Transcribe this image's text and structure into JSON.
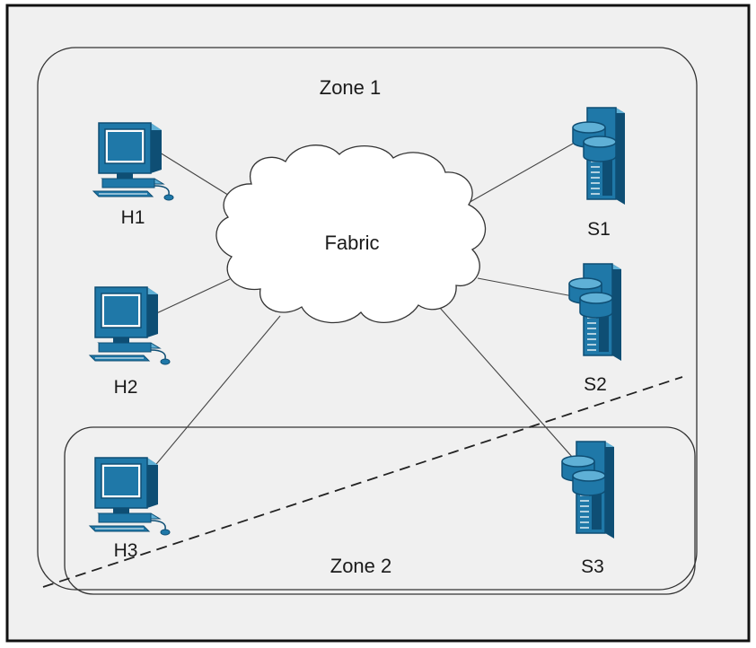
{
  "zones": [
    {
      "label": "Zone 1"
    },
    {
      "label": "Zone 2"
    }
  ],
  "fabric": {
    "label": "Fabric"
  },
  "hosts": [
    {
      "label": "H1"
    },
    {
      "label": "H2"
    },
    {
      "label": "H3"
    }
  ],
  "storage": [
    {
      "label": "S1"
    },
    {
      "label": "S2"
    },
    {
      "label": "S3"
    }
  ],
  "colors": {
    "device": "#1f78a8",
    "device_dark": "#0e4e74",
    "device_light": "#5fb0d6",
    "frame": "#111111",
    "background": "#f0f0f0"
  },
  "icons": {
    "host": "desktop-computer-icon",
    "storage": "storage-array-icon",
    "fabric": "cloud-icon"
  }
}
